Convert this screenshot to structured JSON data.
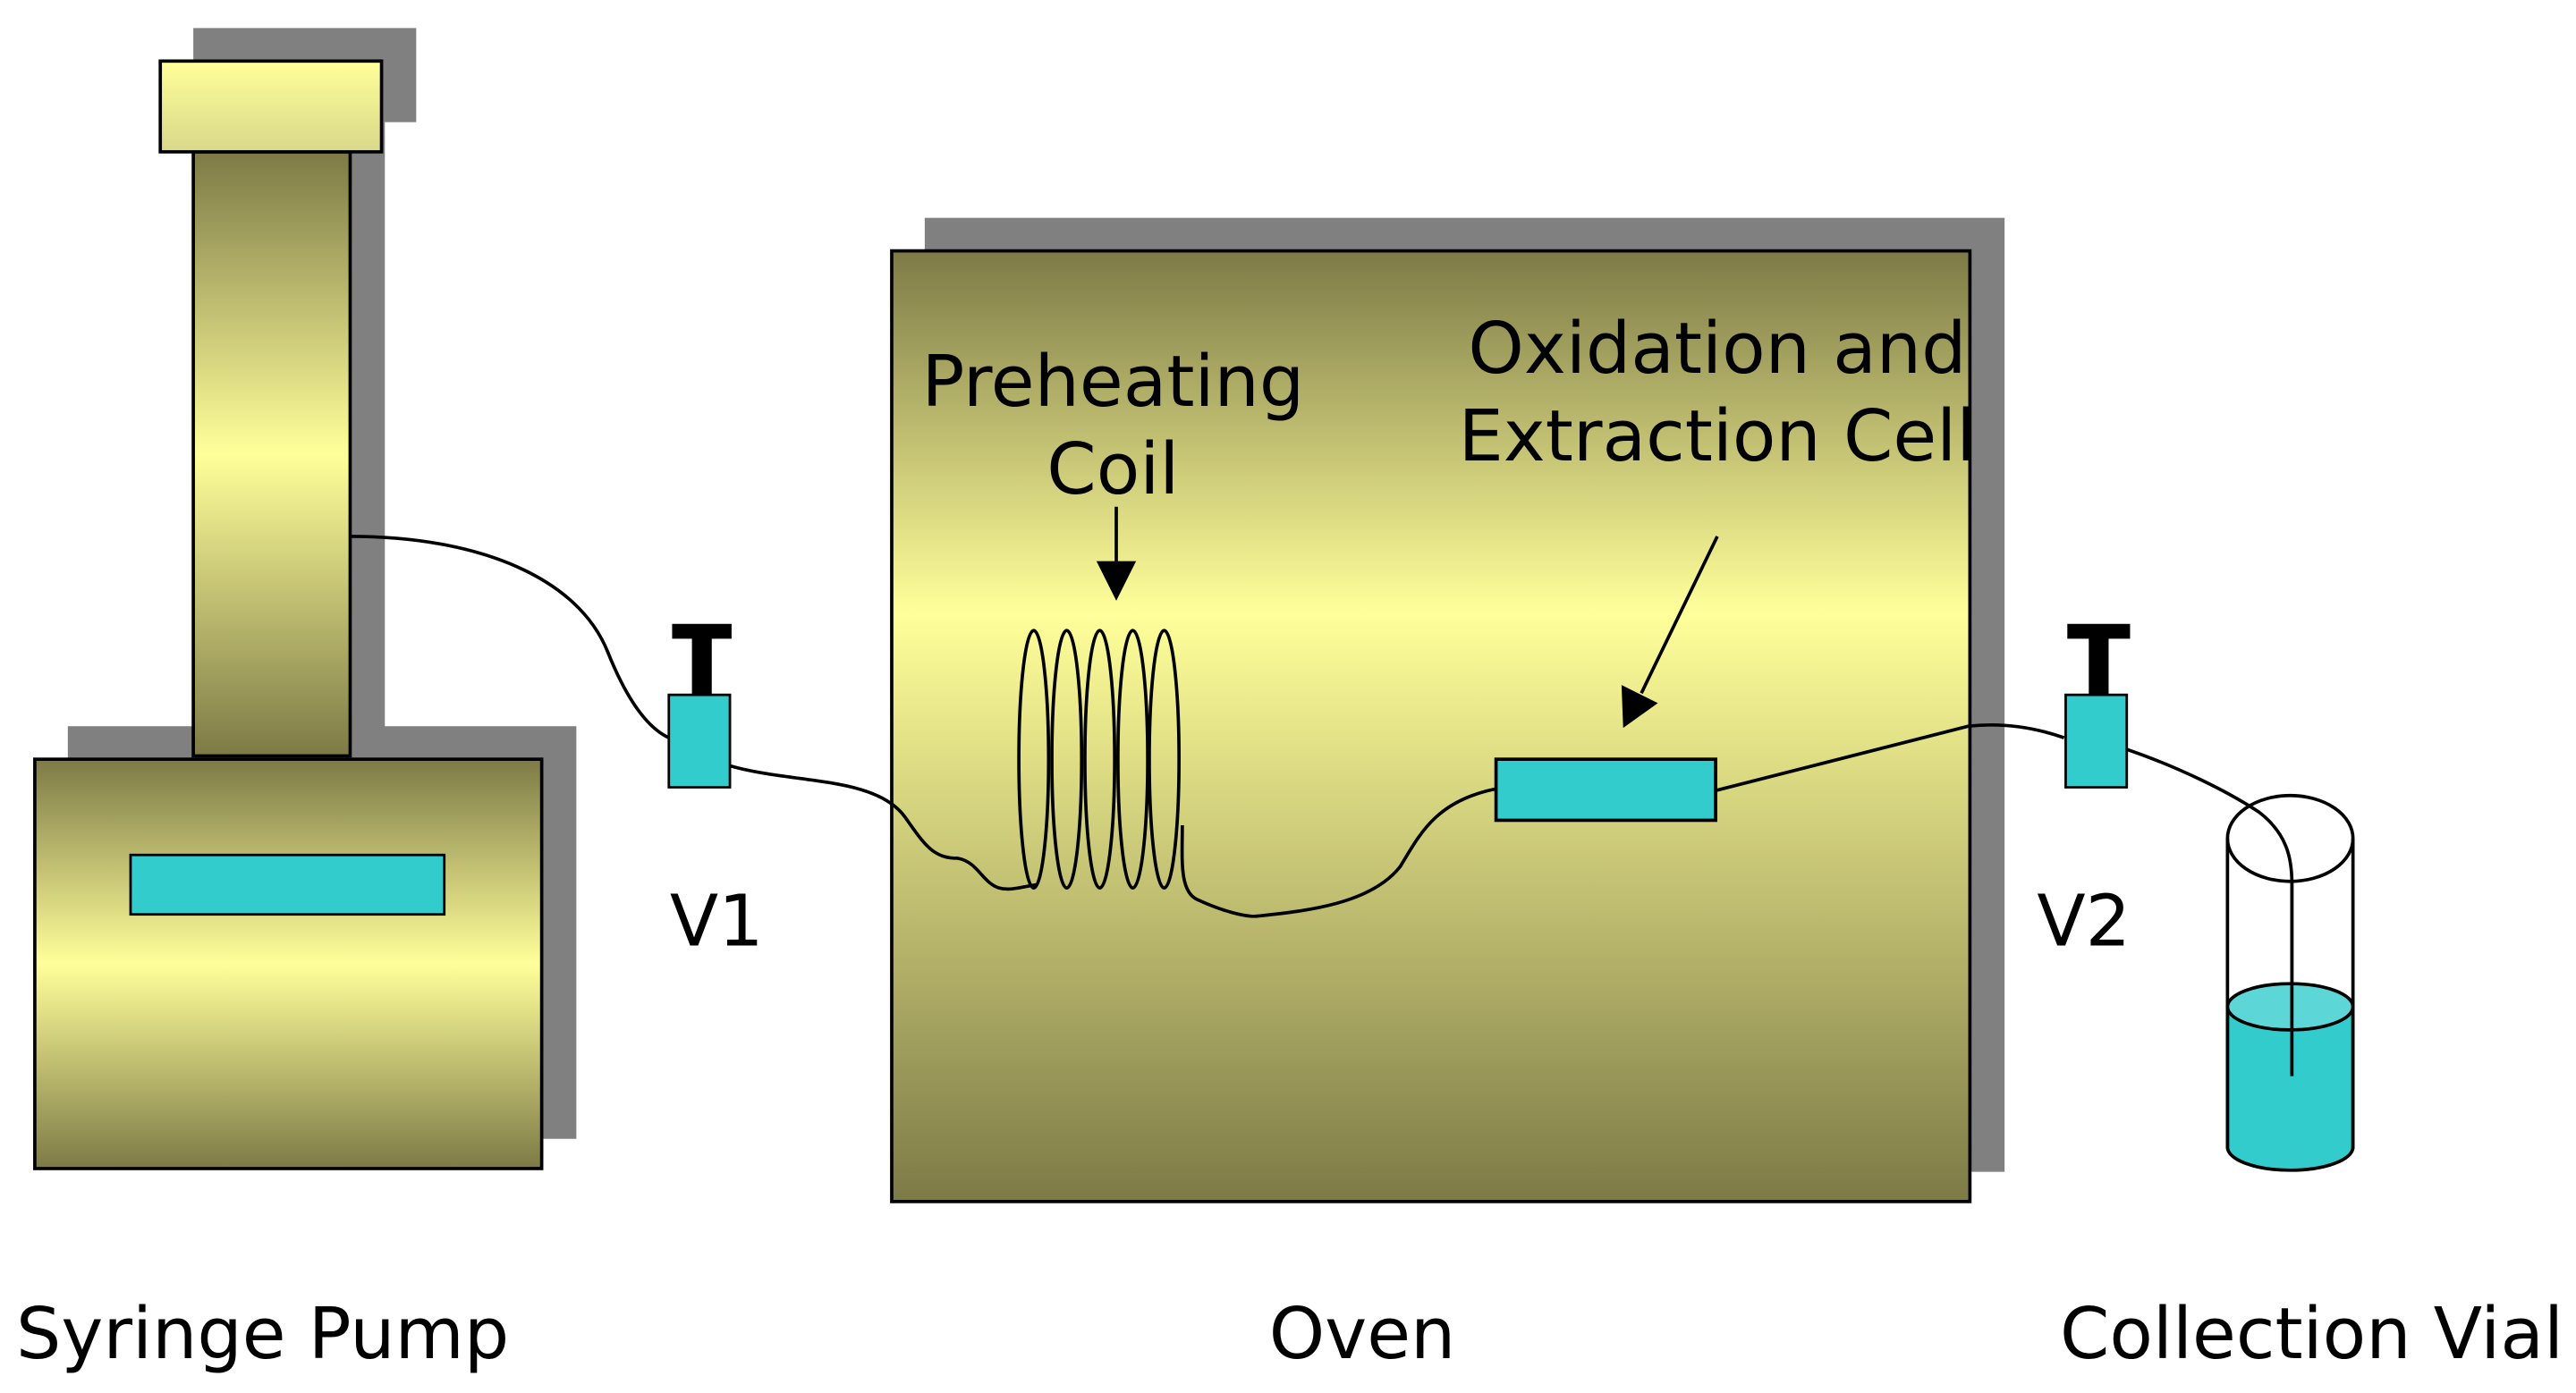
{
  "labels": {
    "syringe_pump": "Syringe Pump",
    "oven": "Oven",
    "collection_vial": "Collection Vial",
    "v1": "V1",
    "v2": "V2",
    "preheating_coil_line1": "Preheating",
    "preheating_coil_line2": "Coil",
    "cell_line1": "Oxidation and",
    "cell_line2": "Extraction Cell"
  },
  "colors": {
    "body_dark": "#7d7a46",
    "body_light": "#ffff9a",
    "shadow": "#808080",
    "accent": "#33cccc",
    "liquid": "#33cccc",
    "stroke": "#000000"
  }
}
